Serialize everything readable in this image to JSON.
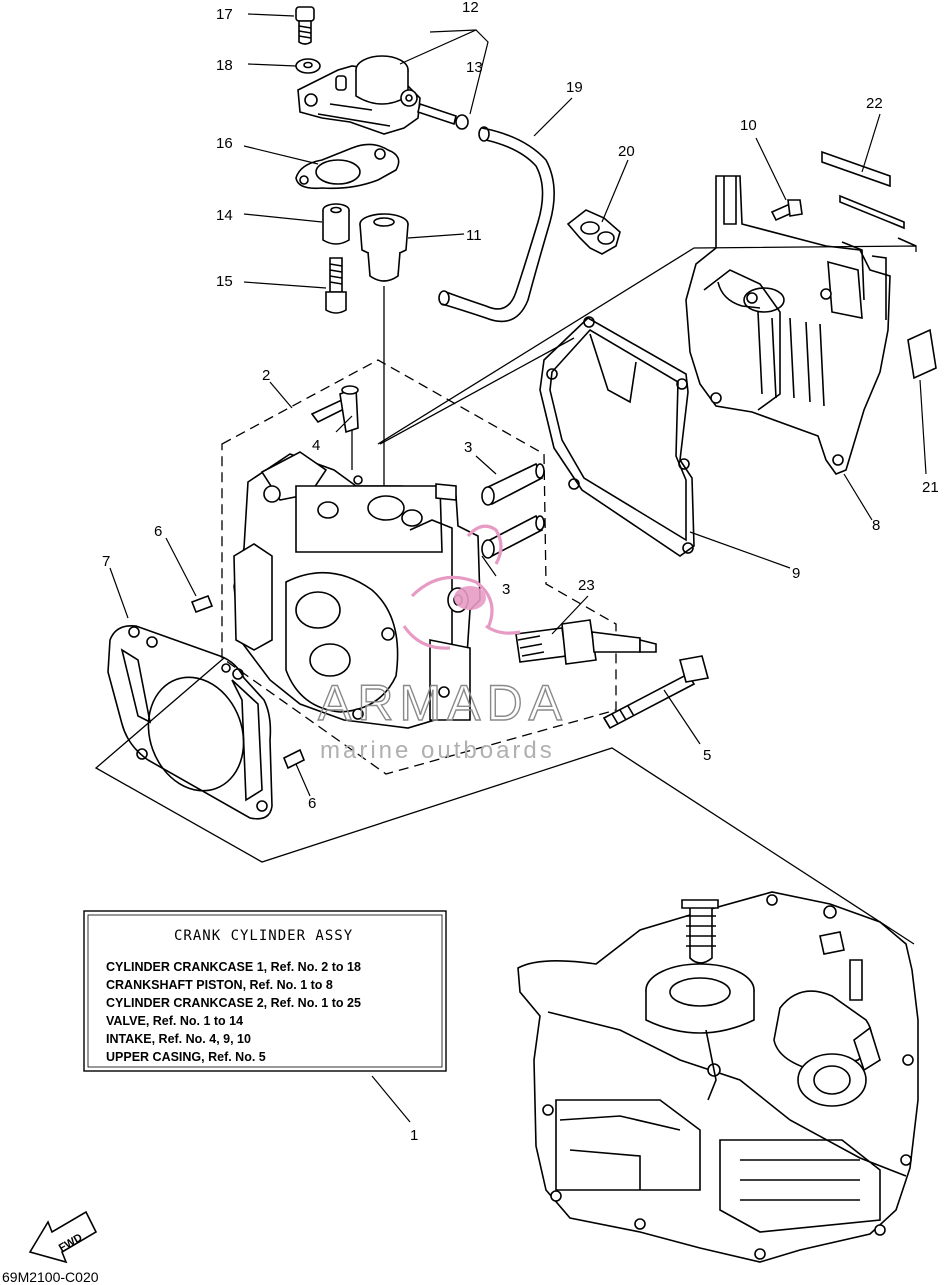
{
  "callouts": {
    "c1": "1",
    "c2": "2",
    "c3a": "3",
    "c3b": "3",
    "c4": "4",
    "c5": "5",
    "c6a": "6",
    "c6b": "6",
    "c7": "7",
    "c8": "8",
    "c9": "9",
    "c10": "10",
    "c11": "11",
    "c12": "12",
    "c13": "13",
    "c14": "14",
    "c15": "15",
    "c16": "16",
    "c17": "17",
    "c18": "18",
    "c19": "19",
    "c20": "20",
    "c21": "21",
    "c22": "22",
    "c23": "23"
  },
  "legend": {
    "title": "CRANK CYLINDER ASSY",
    "lines": [
      "CYLINDER CRANKCASE 1,  Ref. No. 2 to 18",
      "CRANKSHAFT PISTON,  Ref. No. 1 to 8",
      "CYLINDER CRANKCASE 2,  Ref. No. 1 to 25",
      "VALVE, Ref. No. 1 to 14",
      "INTAKE, Ref. No. 4, 9, 10",
      "UPPER CASING,  Ref. No. 5"
    ]
  },
  "watermark": {
    "brand": "ARMADA",
    "tagline": "marine outboards",
    "accent_color": "#e79bc4"
  },
  "fwd_label": "FWD",
  "diagram_code": "69M2100-C020",
  "colors": {
    "line": "#000000",
    "background": "#ffffff"
  }
}
